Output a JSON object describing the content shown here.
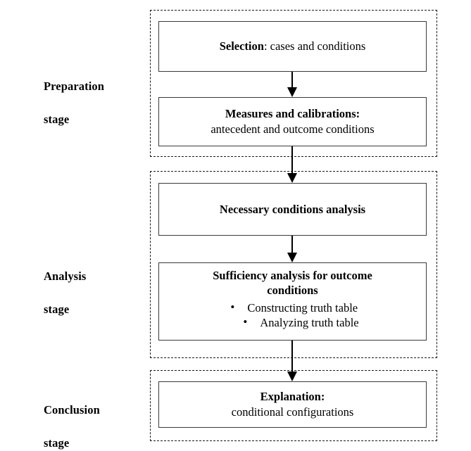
{
  "figure": {
    "type": "flowchart",
    "orientation": "vertical",
    "accent_color": "#000000",
    "box_border_color": "#3a3a3a",
    "stage_border_color": "#1a1a1a"
  },
  "stages": [
    {
      "id": "preparation",
      "label": "Preparation\nstage",
      "label_line1": "Preparation",
      "label_line2": "stage"
    },
    {
      "id": "analysis",
      "label": "Analysis\nstage",
      "label_line1": "Analysis",
      "label_line2": "stage"
    },
    {
      "id": "conclusion",
      "label": "Conclusion\nstage",
      "label_line1": "Conclusion",
      "label_line2": "stage"
    }
  ],
  "nodes": {
    "selection": {
      "bold_lead": "Selection",
      "rest": ": cases and conditions",
      "full_text": "Selection: cases and conditions"
    },
    "measures": {
      "title": "Measures and calibrations:",
      "subtitle": "antecedent and outcome conditions"
    },
    "necessary": {
      "title": "Necessary conditions analysis"
    },
    "sufficiency": {
      "title_line1": "Sufficiency analysis for outcome",
      "title_line2": "conditions",
      "bullets": [
        "Constructing truth table",
        "Analyzing truth table"
      ]
    },
    "explanation": {
      "title": "Explanation:",
      "subtitle": "conditional configurations"
    }
  }
}
